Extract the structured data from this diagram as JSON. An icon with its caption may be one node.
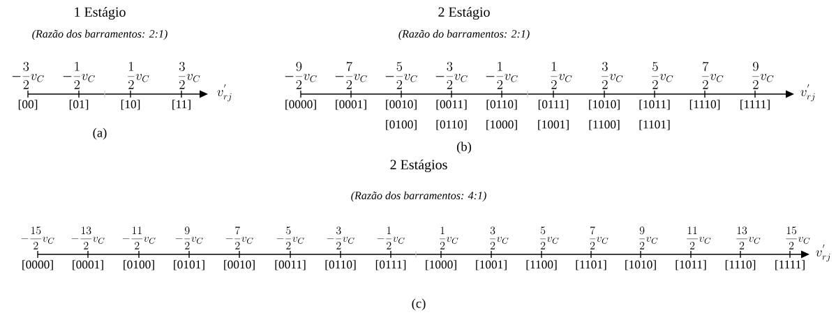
{
  "diagram": {
    "labels": [
      "1 Estágio",
      "(Razão dos barramentos: 2:1)",
      "-\\frac{3}{2}v_C",
      "-\\frac{1}{2}v_C",
      "\\frac{1}{2}v_C",
      "\\frac{3}{2}v_C",
      "[00]",
      "[01]",
      "[10]",
      "[11]",
      "v_{rj}^{'}",
      "(a)",
      "2 Estágio",
      "(Razão do barramentos: 2:1)",
      "-\\frac{9}{2}v_C",
      "-\\frac{7}{2}v_C",
      "-\\frac{5}{2}v_C",
      "-\\frac{3}{2}v_C",
      "-\\frac{1}{2}v_C",
      "\\frac{1}{2}v_C",
      "\\frac{3}{2}v_C",
      "\\frac{5}{2}v_C",
      "\\frac{7}{2}v_C",
      "\\frac{9}{2}v_C",
      "[0000]",
      "[0001]",
      "[0010]",
      "[0011]",
      "[0110]",
      "[0111]",
      "[1010]",
      "[1011]",
      "[1110]",
      "[1111]",
      "[0100]",
      "[0110]",
      "[1000]",
      "[1001]",
      "[1100]",
      "[1101]",
      "v_{rj}^{'}",
      "(b)",
      "2 Estágios",
      "(Razão dos barramentos: 4:1)",
      "-\\frac{15}{2}v_C",
      "-\\frac{13}{2}v_C",
      "-\\frac{11}{2}v_C",
      "-\\frac{9}{2}v_C",
      "-\\frac{7}{2}v_C",
      "-\\frac{5}{2}v_C",
      "-\\frac{3}{2}v_C",
      "-\\frac{1}{2}v_C",
      "\\frac{1}{2}v_C",
      "\\frac{3}{2}v_C",
      "\\frac{5}{2}v_C",
      "\\frac{7}{2}v_C",
      "\\frac{9}{2}v_C",
      "\\frac{11}{2}v_C",
      "\\frac{13}{2}v_C",
      "\\frac{15}{2}v_C",
      "[0000]",
      "[0001]",
      "[0100]",
      "[0101]",
      "[0010]",
      "[0011]",
      "[0110]",
      "[0111]",
      "[1000]",
      "[1001]",
      "[1100]",
      "[1101]",
      "[1010]",
      "[1011]",
      "[1110]",
      "[1111]",
      "v_{rj}^{'}",
      "(c)"
    ]
  }
}
